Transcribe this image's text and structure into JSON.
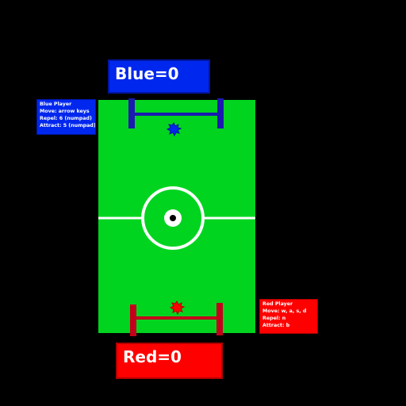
{
  "scores": {
    "blue_text": "Blue=0",
    "red_text": "Red=0"
  },
  "info_blue": {
    "title": "Blue Player",
    "move": "Move: arrow keys",
    "repel": "Repel: 6 (numpad)",
    "attract": "Attract: 5 (numpad)"
  },
  "info_red": {
    "title": "Red Player",
    "move": "Move: w, a, s, d",
    "repel": "Repel: n",
    "attract": "Attract: b"
  },
  "colors": {
    "background": "#000000",
    "pitch": "#00d41f",
    "lines": "#ffffff",
    "blue_team": "#0027ee",
    "red_team": "#ff0000",
    "blue_goal_post": "#1a1ab0",
    "red_goal_post": "#c4001a",
    "ball": "#000000"
  },
  "icons": {
    "blue_player": "star-burst-icon",
    "red_player": "star-burst-icon",
    "ball": "ball-icon"
  }
}
